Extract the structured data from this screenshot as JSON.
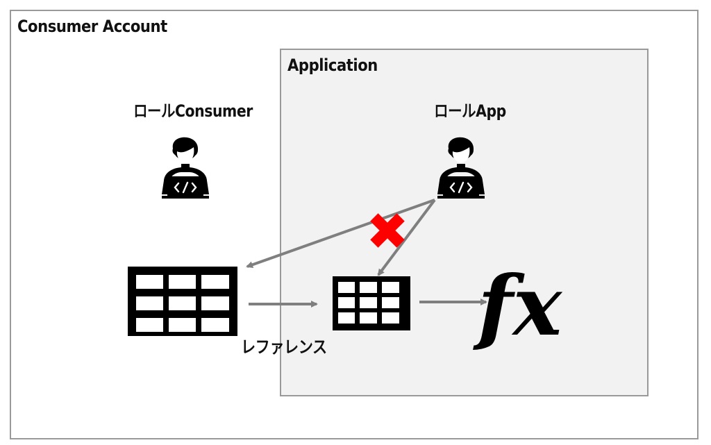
{
  "consumer_account": {
    "label": "Consumer Account"
  },
  "application": {
    "label": "Application"
  },
  "roles": [
    {
      "label": "ロールConsumer",
      "icon": "developer-icon"
    },
    {
      "label": "ロールApp",
      "icon": "developer-icon"
    }
  ],
  "tables": [
    {
      "name": "consumer-table",
      "icon": "table-icon"
    },
    {
      "name": "reference-table",
      "icon": "table-icon"
    }
  ],
  "reference_label": "レファレンス",
  "function": {
    "label": "fx",
    "icon": "function-icon"
  },
  "colors": {
    "arrow": "#7f7f7f",
    "denied": "#ff0000",
    "app_bg": "#f2f2f2",
    "border": "#999999"
  },
  "edges": [
    {
      "from": "ロールApp",
      "to": "consumer-table",
      "status": "denied"
    },
    {
      "from": "ロールApp",
      "to": "reference-table",
      "status": "allowed"
    },
    {
      "from": "consumer-table",
      "to": "reference-table",
      "status": "reference"
    },
    {
      "from": "reference-table",
      "to": "fx",
      "status": "allowed"
    }
  ]
}
